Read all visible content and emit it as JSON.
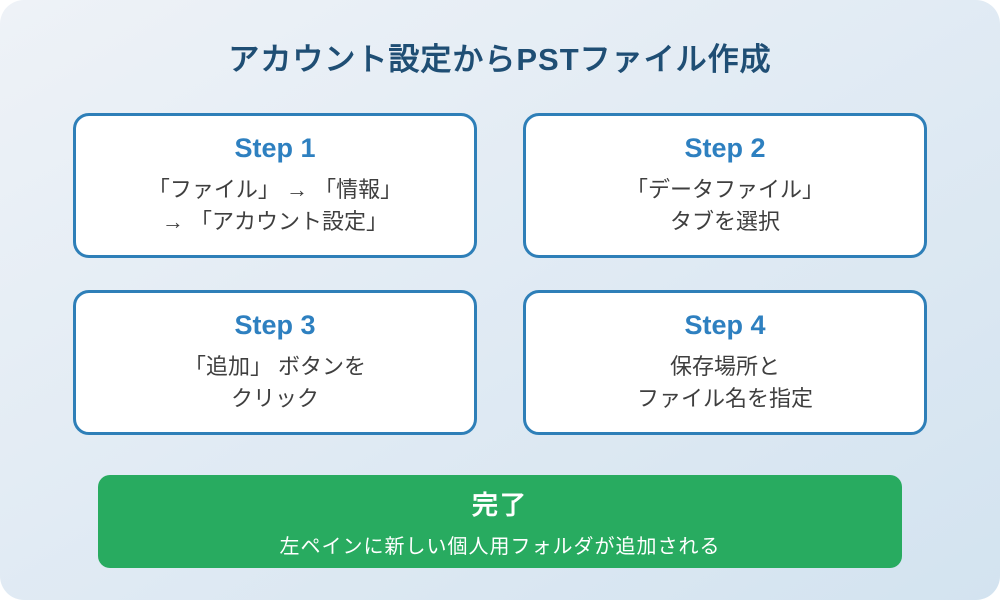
{
  "page": {
    "title": "アカウント設定からPSTファイル作成"
  },
  "steps": [
    {
      "label": "Step 1",
      "lines": [
        "「ファイル」 → 「情報」",
        "→ 「アカウント設定」"
      ]
    },
    {
      "label": "Step 2",
      "lines": [
        "「データファイル」",
        "タブを選択"
      ]
    },
    {
      "label": "Step 3",
      "lines": [
        "「追加」 ボタンを",
        "クリック"
      ]
    },
    {
      "label": "Step 4",
      "lines": [
        "保存場所と",
        "ファイル名を指定"
      ]
    }
  ],
  "result": {
    "title": "完了",
    "description": "左ペインに新しい個人用フォルダが追加される"
  },
  "colors": {
    "bg_start": "#eef2f7",
    "bg_end": "#d3e3f0",
    "card_bg": "#ffffff",
    "card_border": "#2e7fb8",
    "step_label": "#2e80c0",
    "title_color": "#1f4e74",
    "body_text": "#3f3f3f",
    "result_bg": "#28ab60",
    "result_text": "#ffffff"
  }
}
